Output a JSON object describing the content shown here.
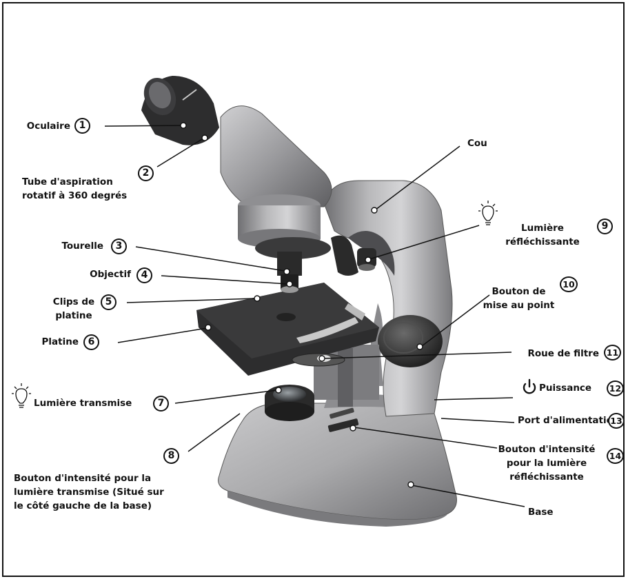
{
  "colors": {
    "body_silver": "#a4a4a6",
    "body_dark": "#5d5d60",
    "stage_black": "#2b2b2b",
    "ink": "#111111",
    "background": "#ffffff"
  },
  "callouts": [
    {
      "number": "1",
      "label": "Oculaire"
    },
    {
      "number": "2",
      "label": "Tube d'aspiration\nrotatif à 360 degrés"
    },
    {
      "number": "3",
      "label": "Tourelle"
    },
    {
      "number": "4",
      "label": "Objectif"
    },
    {
      "number": "5",
      "label": "Clips de\nplatine"
    },
    {
      "number": "6",
      "label": "Platine"
    },
    {
      "number": "7",
      "label": "Lumière transmise",
      "icon": "light-bulb-icon"
    },
    {
      "number": "8",
      "label": "Bouton d'intensité pour la\nlumière transmise (Situé sur\nle côté gauche de la base)"
    },
    {
      "number": "9",
      "label": "Lumière\nréfléchissante",
      "icon": "light-bulb-icon"
    },
    {
      "number": "10",
      "label": "Bouton de\nmise au point"
    },
    {
      "number": "11",
      "label": "Roue de filtre"
    },
    {
      "number": "12",
      "label": "Puissance",
      "icon": "power-icon"
    },
    {
      "number": "13",
      "label": "Port d'alimentation"
    },
    {
      "number": "14",
      "label": "Bouton d'intensité\npour la lumière\nréfléchissante"
    },
    {
      "number": "",
      "label": "Cou"
    },
    {
      "number": "",
      "label": "Base"
    }
  ]
}
